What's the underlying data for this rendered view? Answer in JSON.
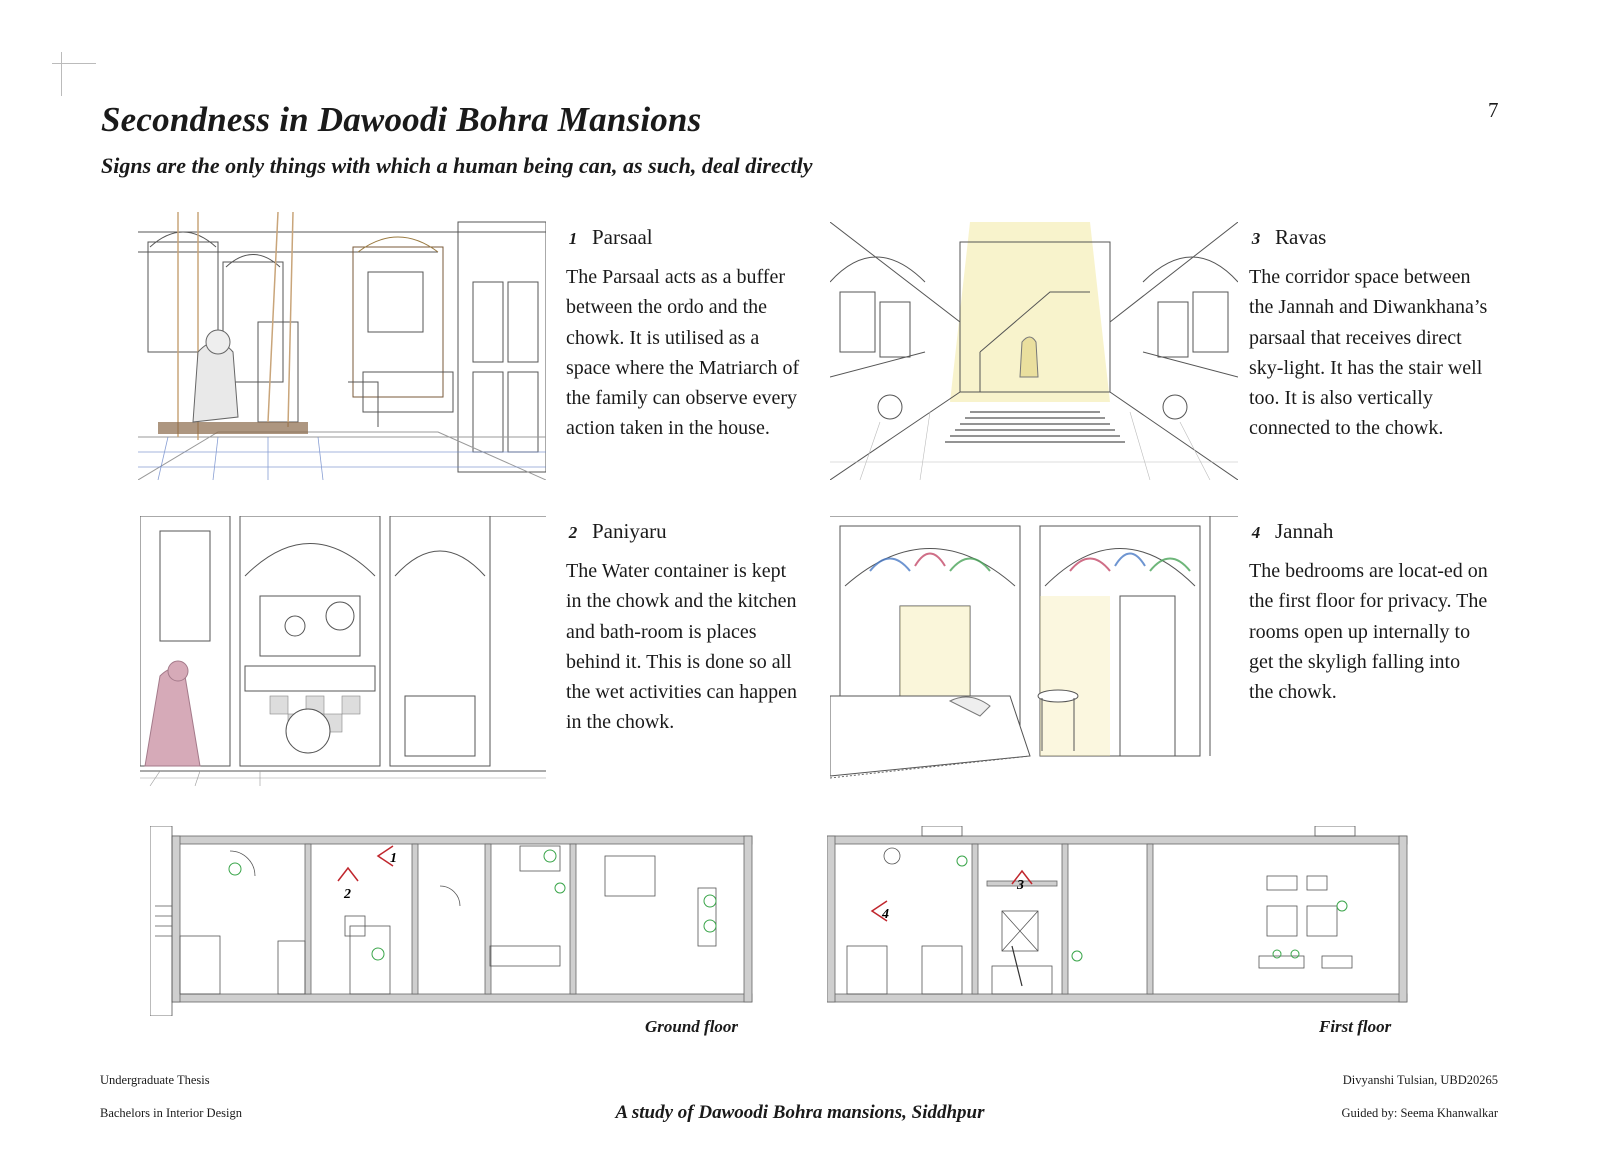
{
  "header": {
    "title": "Secondness in Dawoodi Bohra Mansions",
    "subtitle": "Signs are the only things with which a human being can, as such, deal directly",
    "page_number": "7"
  },
  "blocks": [
    {
      "number": "1",
      "title": "Parsaal",
      "text": "The Parsaal acts as a buffer between the ordo and the chowk. It is utilised as a space where the Matriarch of the family can observe every action taken in the house."
    },
    {
      "number": "3",
      "title": "Ravas",
      "text": "The corridor space between the Jannah and Diwankhana’s parsaal that receives direct sky-light. It has the stair well too. It is also vertically connected to the chowk."
    },
    {
      "number": "2",
      "title": "Paniyaru",
      "text": "The Water container is kept in the chowk and the kitchen and bath-room is places behind it. This is done so all the wet activities can happen in the chowk."
    },
    {
      "number": "4",
      "title": "Jannah",
      "text": "The bedrooms are locat-ed on the first floor for privacy. The rooms open up internally to get the skyligh falling into the chowk."
    }
  ],
  "plans": {
    "ground_caption": "Ground floor",
    "first_caption": "First floor",
    "ground_markers": [
      "1",
      "2"
    ],
    "first_markers": [
      "3",
      "4"
    ]
  },
  "footer": {
    "left_top": "Undergraduate Thesis",
    "left_bottom": "Bachelors in Interior Design",
    "center": "A study of Dawoodi Bohra mansions, Siddhpur",
    "right_top": "Divyanshi Tulsian, UBD20265",
    "right_bottom": "Guided by: Seema Khanwalkar"
  },
  "colors": {
    "marker_red": "#c0262d",
    "figure_pink": "#c99aa8",
    "skylight_yellow": "#f3e9a3",
    "furniture_green": "#3aa54a",
    "wall_grey": "#cfcfcf"
  }
}
